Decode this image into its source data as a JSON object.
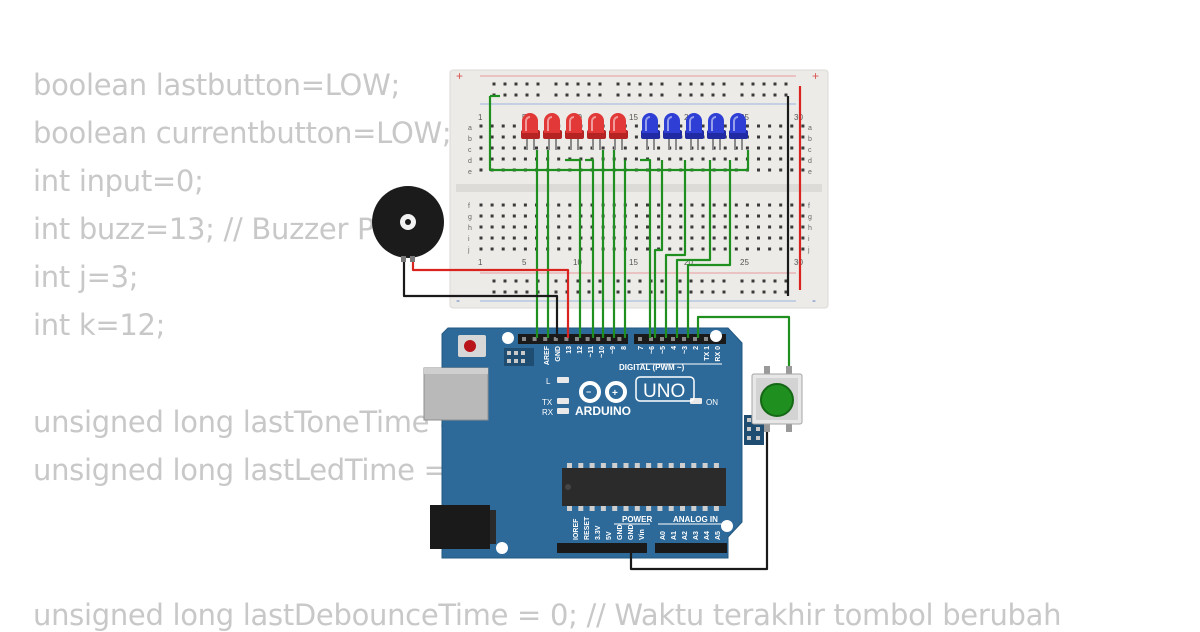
{
  "code_lines": [
    "boolean lastbutton=LOW;",
    "boolean currentbutton=LOW;",
    "int input=0;",
    "int buzz=13; // Buzzer Pin",
    "int j=3;",
    "int k=12;",
    "",
    "unsigned long lastToneTime = 0;",
    "unsigned long lastLedTime = 0;",
    "",
    "unsigned long lastDebounceTime = 0; // Waktu terakhir tombol berubah"
  ],
  "breadboard": {
    "column_numbers": [
      "1",
      "5",
      "10",
      "15",
      "20",
      "25",
      "30"
    ],
    "row_letters_top": [
      "a",
      "b",
      "c",
      "d",
      "e"
    ],
    "row_letters_bottom": [
      "f",
      "g",
      "h",
      "i",
      "j"
    ],
    "plus_sign": "+",
    "minus_sign": "-"
  },
  "leds": {
    "count_red": 5,
    "count_blue": 5,
    "red_color": "#e23838",
    "blue_color": "#2f3fd6"
  },
  "arduino": {
    "logo_text": "ARDUINO",
    "model_text": "UNO",
    "digital_label": "DIGITAL (PWM ~)",
    "power_label": "POWER",
    "analog_label": "ANALOG IN",
    "on_label": "ON",
    "l_label": "L",
    "tx_label": "TX",
    "rx_label": "RX",
    "top_pins": [
      "AREF",
      "GND",
      "13",
      "12",
      "~11",
      "~10",
      "~9",
      "8",
      "7",
      "~6",
      "~5",
      "4",
      "~3",
      "2",
      "TX 1",
      "RX 0"
    ],
    "power_pins": [
      "IOREF",
      "RESET",
      "3.3V",
      "5V",
      "GND",
      "GND",
      "Vin"
    ],
    "analog_pins": [
      "A0",
      "A1",
      "A2",
      "A3",
      "A4",
      "A5"
    ],
    "board_color": "#2d6a9a"
  },
  "wire_colors": {
    "green": "#1f8f1f",
    "red": "#d9231f",
    "black": "#1a1a1a"
  }
}
